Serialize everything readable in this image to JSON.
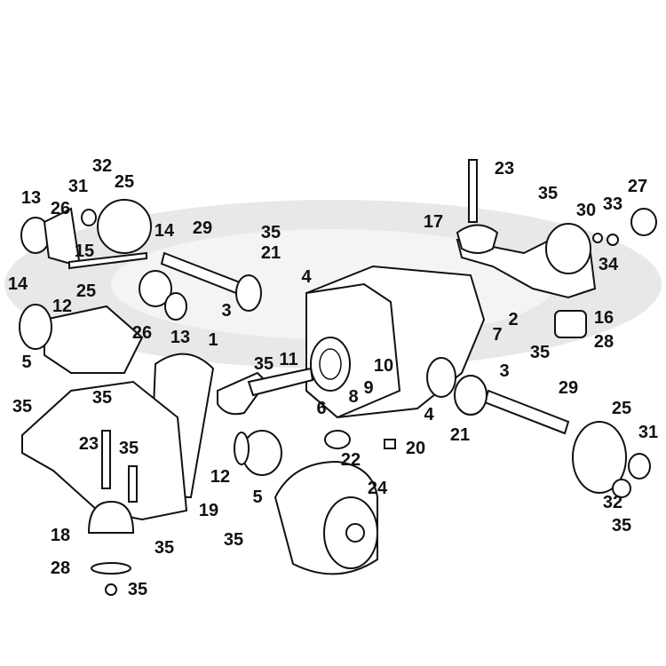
{
  "diagram": {
    "title": "Rear axle differential exploded view",
    "watermark_color": "#e6e8ea",
    "line_color": "#111111",
    "callouts": [
      "23",
      "35",
      "30",
      "33",
      "27",
      "17",
      "34",
      "16",
      "28",
      "35",
      "7",
      "2",
      "3",
      "29",
      "21",
      "4",
      "25",
      "31",
      "32",
      "35",
      "20",
      "22",
      "24",
      "10",
      "9",
      "8",
      "6",
      "11",
      "35",
      "1",
      "35",
      "21",
      "4",
      "3",
      "29",
      "13",
      "26",
      "25",
      "14",
      "15",
      "14",
      "12",
      "13",
      "26",
      "31",
      "32",
      "25",
      "5",
      "35",
      "35",
      "23",
      "35",
      "18",
      "28",
      "35",
      "35",
      "19",
      "12",
      "5",
      "35"
    ]
  }
}
